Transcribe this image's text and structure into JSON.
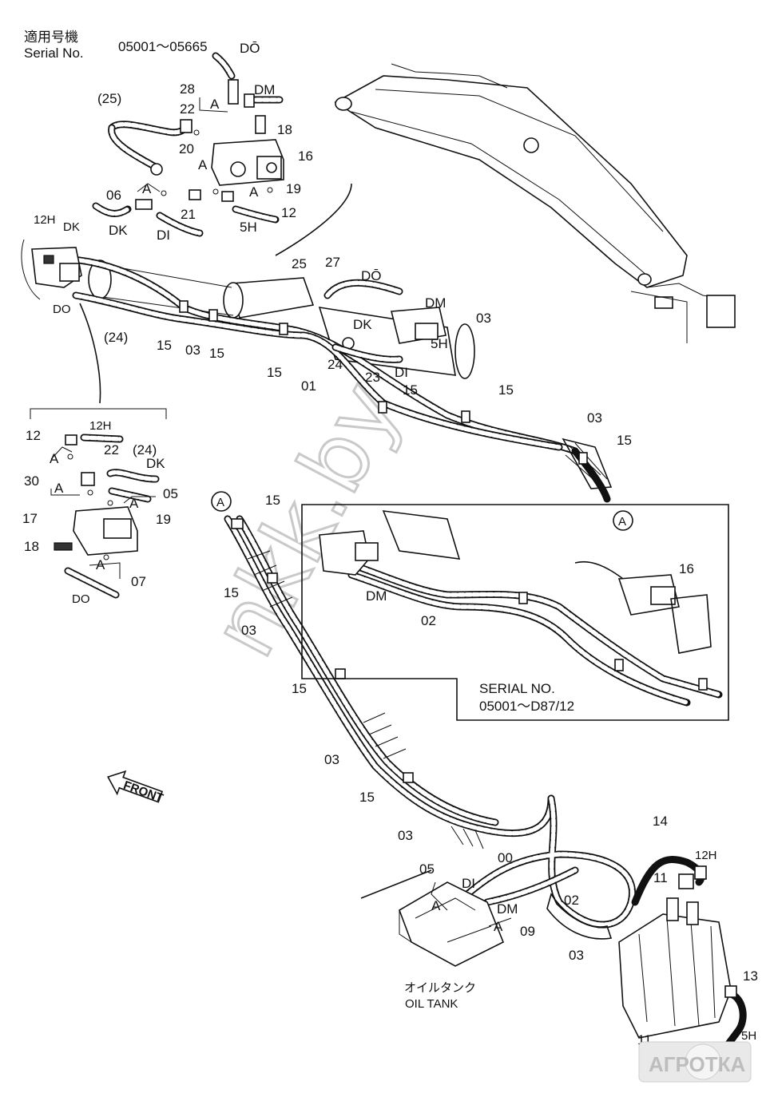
{
  "header": {
    "applicable_jp": "適用号機",
    "serial_label": "Serial No.",
    "serial_range": "05001～05665"
  },
  "callouts": {
    "c_d0_top": "DŌ",
    "c_dm_top": "DM",
    "c_28": "28",
    "c_a1": "A",
    "c_25p": "(25)",
    "c_22a": "22",
    "c_18a": "18",
    "c_20": "20",
    "c_16a": "16",
    "c_a2": "A",
    "c_a3": "A",
    "c_19a": "19",
    "c_06": "06",
    "c_a4": "A",
    "c_21": "21",
    "c_12a": "12",
    "c_dk1": "DK",
    "c_di1": "DI",
    "c_5h1": "5H",
    "c_12h1": "12H",
    "c_dk2": "DK",
    "c_d0_left": "DO",
    "c_24p": "(24)",
    "c_15a": "15",
    "c_03a": "03",
    "c_15b": "15",
    "c_25": "25",
    "c_27": "27",
    "c_d0_mid": "DŌ",
    "c_dm2": "DM",
    "c_03b": "03",
    "c_dk3": "DK",
    "c_5h2": "5H",
    "c_24": "24",
    "c_23": "23",
    "c_di2": "DI",
    "c_15c": "15",
    "c_01": "01",
    "c_15d": "15",
    "c_15e": "15",
    "c_03c": "03",
    "c_15f": "15",
    "c_A_right": "A",
    "c_12b": "12",
    "c_12h2": "12H",
    "c_a5": "A",
    "c_22b": "22",
    "c_24p2": "(24)",
    "c_dk4": "DK",
    "c_30": "30",
    "c_a6": "A",
    "c_05a": "05",
    "c_a7": "A",
    "c_17": "17",
    "c_19b": "19",
    "c_18b": "18",
    "c_a8": "A",
    "c_07": "07",
    "c_d0_bot": "DO",
    "c_A_left": "A",
    "c_15g": "15",
    "c_15h": "15",
    "c_03d": "03",
    "c_dm3": "DM",
    "c_02a": "02",
    "c_16b": "16",
    "c_15i": "15",
    "c_03e": "03",
    "c_15j": "15",
    "c_03f": "03",
    "c_14": "14",
    "c_12h3": "12H",
    "c_11a": "11",
    "c_05b": "05",
    "c_00": "00",
    "c_di3": "DI",
    "c_a9": "A",
    "c_dm4": "DM",
    "c_02b": "02",
    "c_a10": "A",
    "c_09": "09",
    "c_03g": "03",
    "c_13": "13",
    "c_5h3": "5H",
    "c_11b": "11"
  },
  "inset": {
    "serial_label": "SERIAL NO.",
    "serial_range": "05001～D87/12"
  },
  "front_label": "FRONT",
  "oil_tank": {
    "jp": "オイルタンク",
    "en": "OIL TANK"
  },
  "watermarks": {
    "diagonal": "nkk.by",
    "corner": "АГРОТКА"
  }
}
